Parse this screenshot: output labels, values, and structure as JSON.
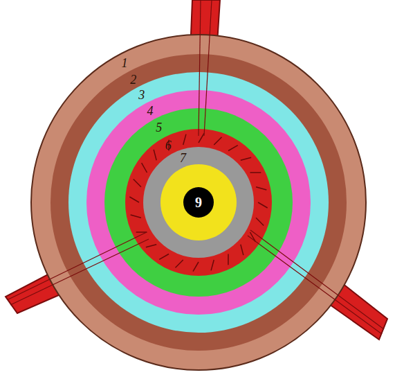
{
  "diagram": {
    "labels": [
      "1",
      "2",
      "3",
      "4",
      "5",
      "6",
      "7",
      "9"
    ]
  }
}
